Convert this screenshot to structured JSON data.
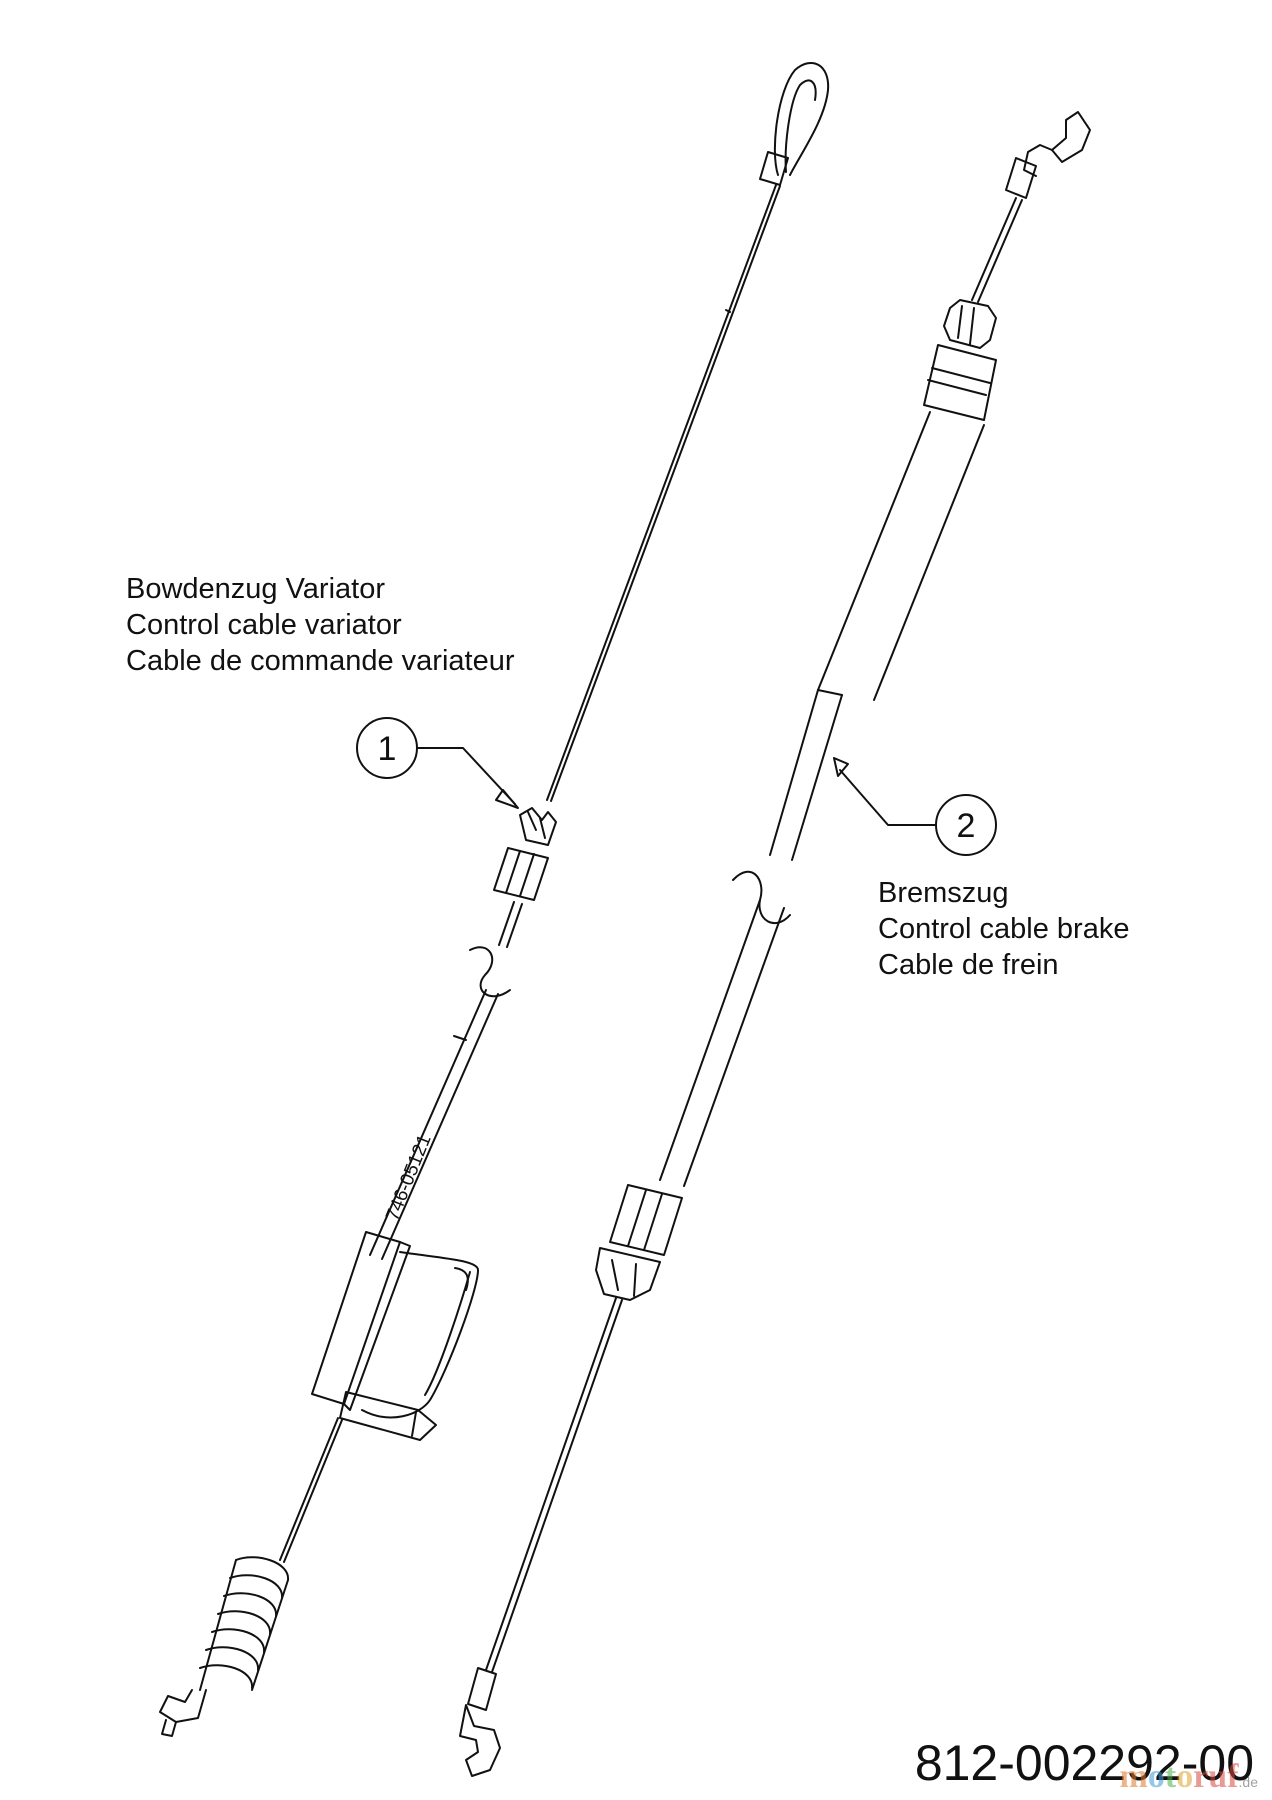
{
  "parts": [
    {
      "callout": "1",
      "labels": [
        "Bowdenzug Variator",
        "Control cable variator",
        "Cable de commande variateur"
      ],
      "part_code": "746-05121"
    },
    {
      "callout": "2",
      "labels": [
        "Bremszug",
        "Control cable brake",
        "Cable de frein"
      ]
    }
  ],
  "drawing_number": "812-002292-00",
  "watermark": {
    "segments": [
      "m",
      "o",
      "t",
      "o",
      "ruf"
    ],
    "tld": ".de"
  },
  "colors": {
    "line": "#111111",
    "background": "#ffffff"
  }
}
